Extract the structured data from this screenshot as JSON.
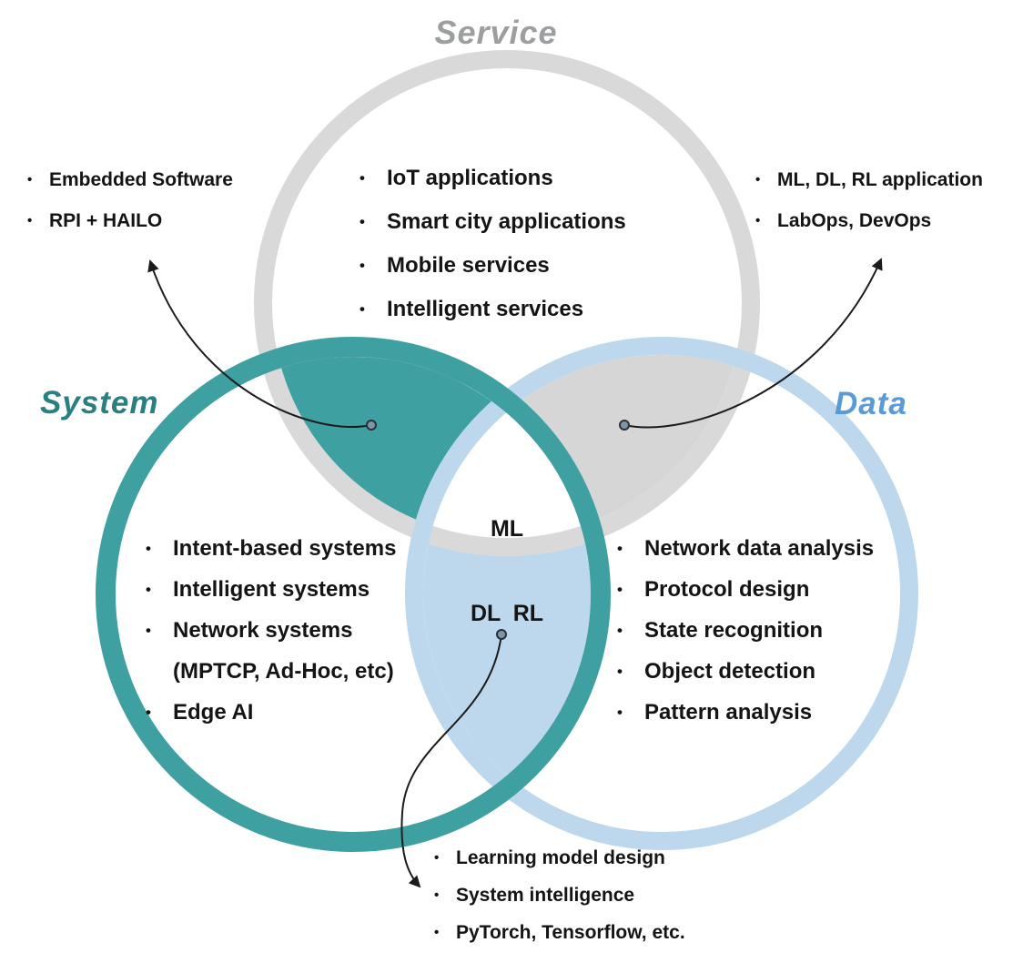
{
  "bullet_glyph": "•",
  "colors": {
    "service_ring": "#d9d9d9",
    "service_fill": "#d6d6d6",
    "service_label": "#9c9ea0",
    "system_ring": "#3fa0a1",
    "system_fill": "#3fa0a1",
    "system_label": "#2a7f81",
    "data_ring": "#bdd8ec",
    "data_fill": "#bdd8ec",
    "data_label": "#5b9bd5",
    "text": "#141414",
    "arrow": "#1b1b1b",
    "dot_fill": "#7e96a6",
    "dot_stroke": "#29323a"
  },
  "circles": {
    "service": {
      "label": "Service"
    },
    "system": {
      "label": "System"
    },
    "data": {
      "label": "Data"
    }
  },
  "center_overlap": {
    "line1": "ML",
    "line2": "DL  RL"
  },
  "service_list": {
    "items": [
      {
        "text": "IoT applications",
        "bullet": true
      },
      {
        "text": "Smart city applications",
        "bullet": true
      },
      {
        "text": "Mobile services",
        "bullet": true
      },
      {
        "text": "Intelligent services",
        "bullet": true
      }
    ]
  },
  "system_list": {
    "items": [
      {
        "text": "Intent-based systems",
        "bullet": true
      },
      {
        "text": "Intelligent systems",
        "bullet": true
      },
      {
        "text": "Network systems",
        "bullet": true
      },
      {
        "text": "(MPTCP, Ad-Hoc, etc)",
        "bullet": false
      },
      {
        "text": "Edge AI",
        "bullet": true
      }
    ]
  },
  "data_list": {
    "items": [
      {
        "text": "Network data analysis",
        "bullet": true
      },
      {
        "text": "Protocol design",
        "bullet": true
      },
      {
        "text": "State recognition",
        "bullet": true
      },
      {
        "text": "Object detection",
        "bullet": true
      },
      {
        "text": "Pattern analysis",
        "bullet": true
      }
    ]
  },
  "annotation_system_service": {
    "items": [
      {
        "text": "Embedded Software",
        "bullet": true
      },
      {
        "text": "RPI + HAILO",
        "bullet": true
      }
    ]
  },
  "annotation_service_data": {
    "items": [
      {
        "text": "ML, DL, RL application",
        "bullet": true
      },
      {
        "text": "LabOps, DevOps",
        "bullet": true
      }
    ]
  },
  "annotation_system_data": {
    "items": [
      {
        "text": "Learning model design",
        "bullet": true
      },
      {
        "text": "System intelligence",
        "bullet": true
      },
      {
        "text": "PyTorch, Tensorflow, etc.",
        "bullet": true
      }
    ]
  }
}
